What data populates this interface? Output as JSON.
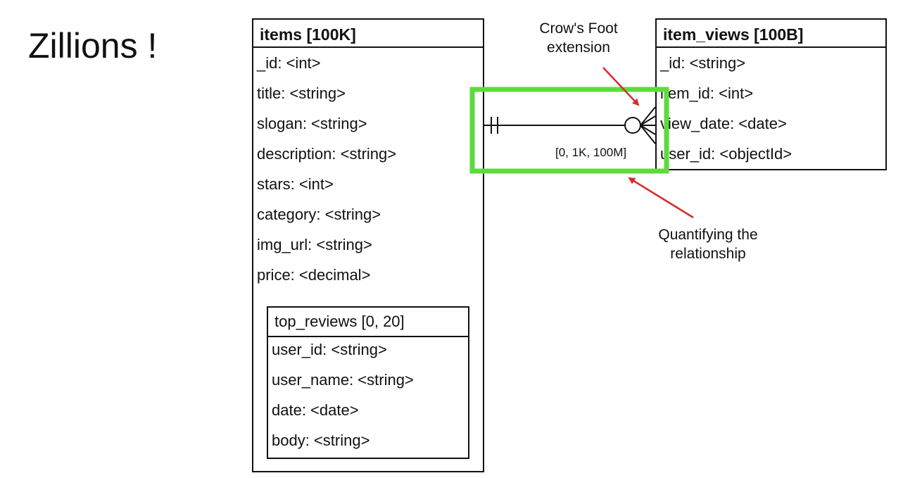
{
  "slide": {
    "title": "Zillions !"
  },
  "items_entity": {
    "header": "items [100K]",
    "attributes": [
      "_id: <int>",
      "title: <string>",
      "slogan: <string>",
      "description: <string>",
      "stars: <int>",
      "category: <string>",
      "img_url: <string>",
      "price: <decimal>"
    ],
    "top_reviews": {
      "header": "top_reviews [0, 20]",
      "attributes": [
        "user_id: <string>",
        "user_name: <string>",
        "date: <date>",
        "body: <string>"
      ]
    }
  },
  "item_views_entity": {
    "header": "item_views [100B]",
    "attributes": [
      "_id: <string>",
      "item_id: <int>",
      "view_date: <date>",
      "user_id: <objectId>"
    ]
  },
  "relationship": {
    "cardinality_label": "[0, 1K, 100M]"
  },
  "annotations": {
    "crows_foot": {
      "line1": "Crow's Foot",
      "line2": "extension"
    },
    "quantifying": {
      "line1": "Quantifying the",
      "line2": "relationship"
    }
  },
  "colors": {
    "highlight_box": "#5ddb3b",
    "arrow": "#d62b2b",
    "ink": "#111111"
  }
}
